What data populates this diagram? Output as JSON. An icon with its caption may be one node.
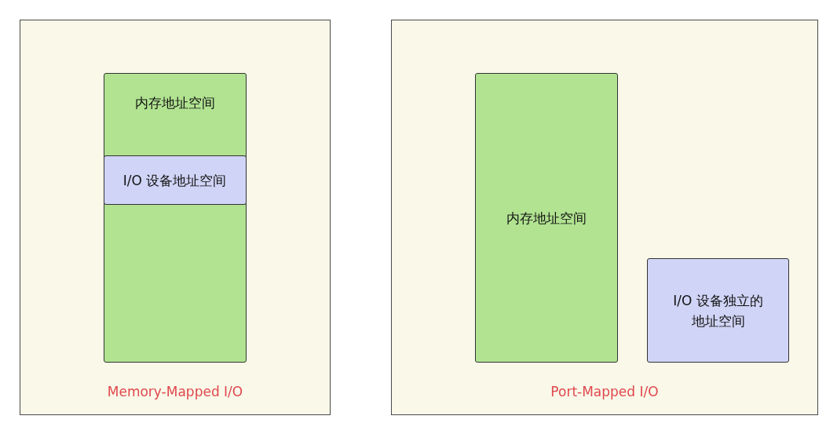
{
  "diagram": {
    "nodes": [
      {
        "text": [
          "Memory-Mapped I/O"
        ]
      },
      {
        "text": [
          "内存地址空间"
        ],
        "in": 0
      },
      {
        "text": [
          "I/O 设备地址空间"
        ],
        "in": 1
      },
      {
        "text": [
          "Port-Mapped I/O"
        ]
      },
      {
        "text": [
          "内存地址空间"
        ],
        "in": 3
      },
      {
        "text": [
          "I/O 设备独立的地址空间"
        ],
        "in": 3
      }
    ]
  }
}
